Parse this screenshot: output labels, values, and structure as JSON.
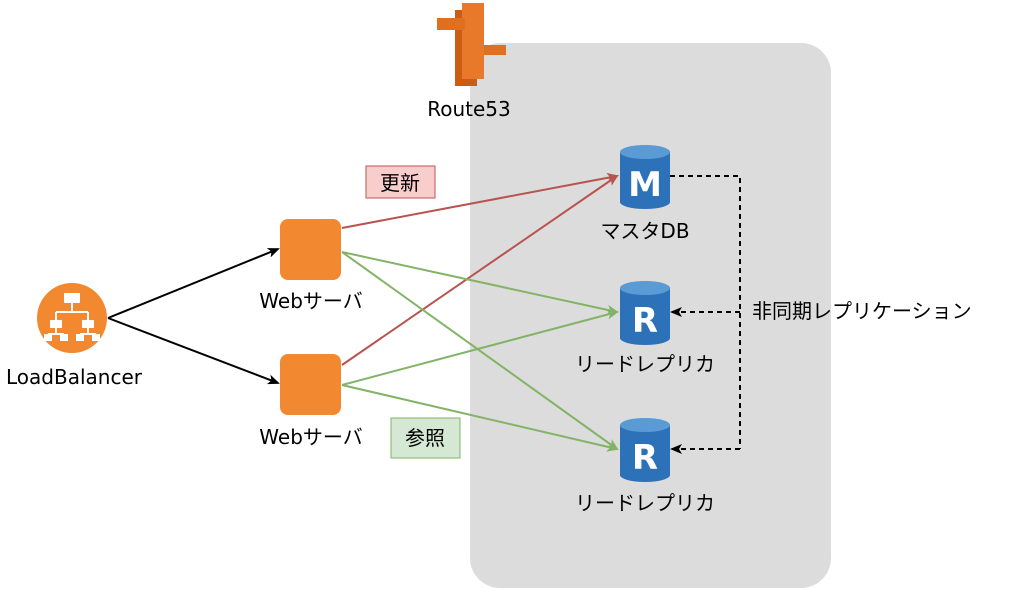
{
  "nodes": {
    "route53": {
      "label": "Route53",
      "icon": "route53-icon"
    },
    "load_balancer": {
      "label": "LoadBalancer",
      "icon": "load-balancer-icon"
    },
    "web_server_1": {
      "label": "Webサーバ",
      "icon": "ec2-instance-icon"
    },
    "web_server_2": {
      "label": "Webサーバ",
      "icon": "ec2-instance-icon"
    },
    "master_db": {
      "label": "マスタDB",
      "letter": "M",
      "icon": "database-icon"
    },
    "read_replica_1": {
      "label": "リードレプリカ",
      "letter": "R",
      "icon": "database-icon"
    },
    "read_replica_2": {
      "label": "リードレプリカ",
      "letter": "R",
      "icon": "database-icon"
    }
  },
  "annotations": {
    "update": "更新",
    "reference": "参照",
    "async_replication": "非同期レプリケーション"
  },
  "colors": {
    "region_bg": "#dcdcdc",
    "route53": "#e06f1f",
    "instance": "#f28830",
    "db": "#2d72b8",
    "update_arrow": "#b85450",
    "reference_arrow": "#82b366",
    "update_tag_bg": "#f8cecc",
    "update_tag_border": "#b85450",
    "reference_tag_bg": "#d5e8d4",
    "reference_tag_border": "#82b366"
  }
}
